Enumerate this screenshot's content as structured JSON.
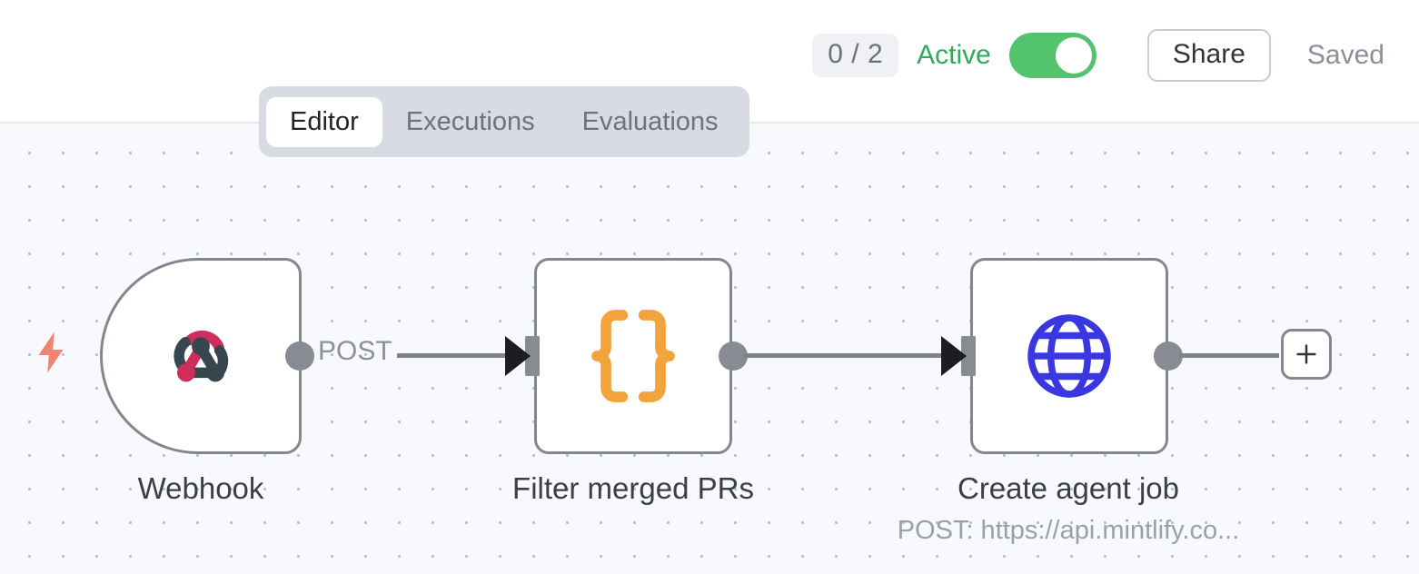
{
  "header": {
    "execution_count": "0 / 2",
    "active_label": "Active",
    "active_toggle_state": "on",
    "share_label": "Share",
    "saved_label": "Saved",
    "accent_green": "#2eaa5a",
    "toggle_green": "#54c36e"
  },
  "tabs": [
    {
      "label": "Editor",
      "active": true
    },
    {
      "label": "Executions",
      "active": false
    },
    {
      "label": "Evaluations",
      "active": false
    }
  ],
  "canvas": {
    "background": "#f8f9fc",
    "dot_color": "#b9bdc9",
    "nodes": [
      {
        "label": "Webhook",
        "sublabel": "",
        "icon": "webhook-icon",
        "kind": "trigger",
        "icon_colors": {
          "primary": "#cf2e5c",
          "secondary": "#37474f"
        }
      },
      {
        "label": "Filter merged PRs",
        "sublabel": "",
        "icon": "code-braces-icon",
        "kind": "action",
        "icon_colors": {
          "primary": "#f2a councils"
        }
      },
      {
        "label": "Create agent job",
        "sublabel": "POST: https://api.mintlify.co...",
        "icon": "globe-icon",
        "kind": "action",
        "icon_colors": {
          "primary": "#3b37e0"
        }
      }
    ],
    "connections": [
      {
        "label": "POST",
        "from": "Webhook",
        "to": "Filter merged PRs"
      },
      {
        "label": "",
        "from": "Filter merged PRs",
        "to": "Create agent job"
      }
    ],
    "trigger_icon": "lightning-bolt-icon",
    "trigger_icon_color": "#ee8572",
    "add_node_icon": "plus-icon"
  }
}
